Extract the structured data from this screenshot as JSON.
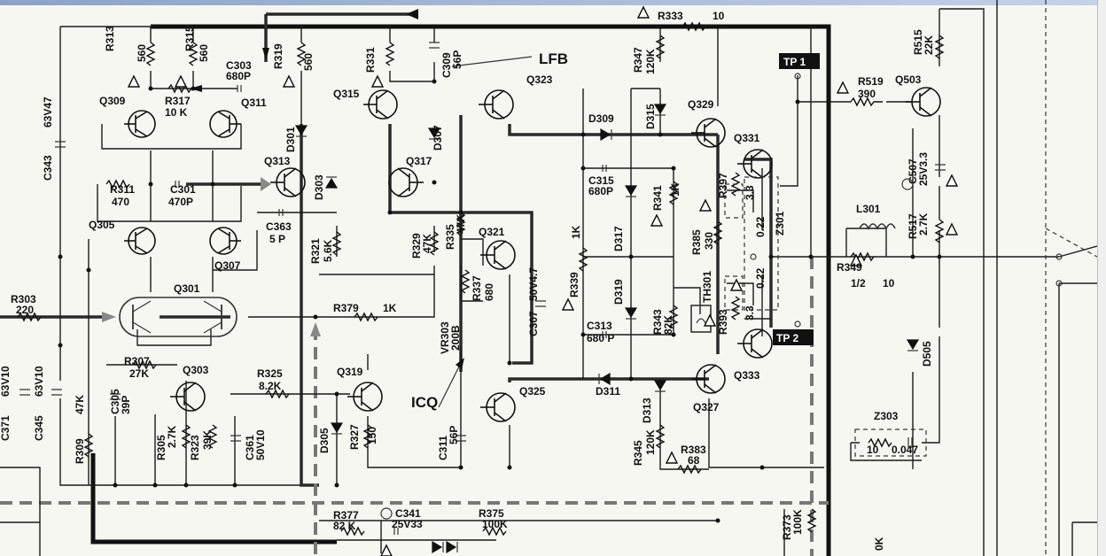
{
  "labels": {
    "r333": "R333",
    "r333_val": "10",
    "r313": "R313",
    "r313_val": "560",
    "r315": "R315",
    "r315_val": "560",
    "c303": "C303",
    "c303_val": "680P",
    "r319": "R319",
    "r319_val": "560",
    "r331": "R331",
    "c309": "C309",
    "c309_val": "56P",
    "lfb": "LFB",
    "r347": "R347",
    "r347_val": "120K",
    "tp1": "TP 1",
    "r515": "R515",
    "r515_val": "22K",
    "q323": "Q323",
    "q309": "Q309",
    "q311": "Q311",
    "q315": "Q315",
    "r317": "R317",
    "r317_val": "10 K",
    "d301": "D301",
    "d315": "D315",
    "q329": "Q329",
    "r519": "R519",
    "r519_val": "390",
    "q503": "Q503",
    "c343": "C343",
    "c343_val": "63V47",
    "d309": "D309",
    "d307": "D307",
    "q313": "Q313",
    "q317": "Q317",
    "d303": "D303",
    "q331": "Q331",
    "c507": "C507",
    "c507_val": "25V3.3",
    "c315": "C315",
    "c315_val": "680P",
    "r311": "R311",
    "r311_val": "470",
    "c301": "C301",
    "c301_val": "470P",
    "r341": "R341",
    "r341_val": "1K",
    "r397": "R397",
    "r397_val": "3.3",
    "r397_val2": "0.22",
    "z301": "Z301",
    "d317": "D317",
    "r385": "R385",
    "r385_val": "330",
    "l301": "L301",
    "r517": "R517",
    "r517_val": "2.7K",
    "q305": "Q305",
    "q307": "Q307",
    "c363": "C363",
    "c363_val": "5 P",
    "r321": "R321",
    "r321_val": "5.6K",
    "r329": "R329",
    "r329_val": "47K",
    "r335": "R335",
    "r335_val": "47K",
    "q321": "Q321",
    "r339": "R339",
    "r339_val": "1K",
    "r349": "R349",
    "r349_val": "10",
    "r349_note": "1/2",
    "q301": "Q301",
    "r337": "R337",
    "r337_val": "680",
    "c307": "C307",
    "c307_val": "50V4.7",
    "d319": "D319",
    "th301": "TH301",
    "r303": "R303",
    "r303_val": "220",
    "r379": "R379",
    "r379_val": "1K",
    "vr303": "VR303",
    "vr303_val": "200B",
    "r343": "R343",
    "r343_val": "82K",
    "c313": "C313",
    "c313_val": "680 P",
    "r393": "R393",
    "r393_val": "3.3",
    "r393_val2": "0.22",
    "tp2": "TP 2",
    "q333": "Q333",
    "d505": "D505",
    "r307": "R307",
    "r307_val": "27K",
    "q303": "Q303",
    "r325": "R325",
    "r325_val": "8.2K",
    "q319": "Q319",
    "icq": "ICQ",
    "q325": "Q325",
    "d311": "D311",
    "q327": "Q327",
    "d313": "D313",
    "c371": "C371",
    "c371_val": "63V10",
    "c345": "C345",
    "c345_val": "63V10",
    "r309": "R309",
    "r309_val": "47K",
    "c305": "C305",
    "c305_val": "39P",
    "r305": "R305",
    "r305_val": "2.7K",
    "r323": "R323",
    "r323_val": "39K",
    "c361": "C361",
    "c361_val": "50V10",
    "d305": "D305",
    "r327": "R327",
    "r327_val": "150",
    "c311": "C311",
    "c311_val": "56P",
    "r345": "R345",
    "r345_val": "120K",
    "r383": "R383",
    "r383_val": "68",
    "z303": "Z303",
    "z303_val1": "10",
    "z303_val2": "0.047",
    "r377": "R377",
    "r377_val": "82 K",
    "c341": "C341",
    "c341_val": "25V33",
    "r375": "R375",
    "r375_val": "100K",
    "r373": "R373",
    "r373_val": "100K",
    "ok": "0K"
  },
  "colors": {
    "ink": "#111111",
    "paper": "#f7f7f2",
    "highlight_arrow": "#777777"
  }
}
